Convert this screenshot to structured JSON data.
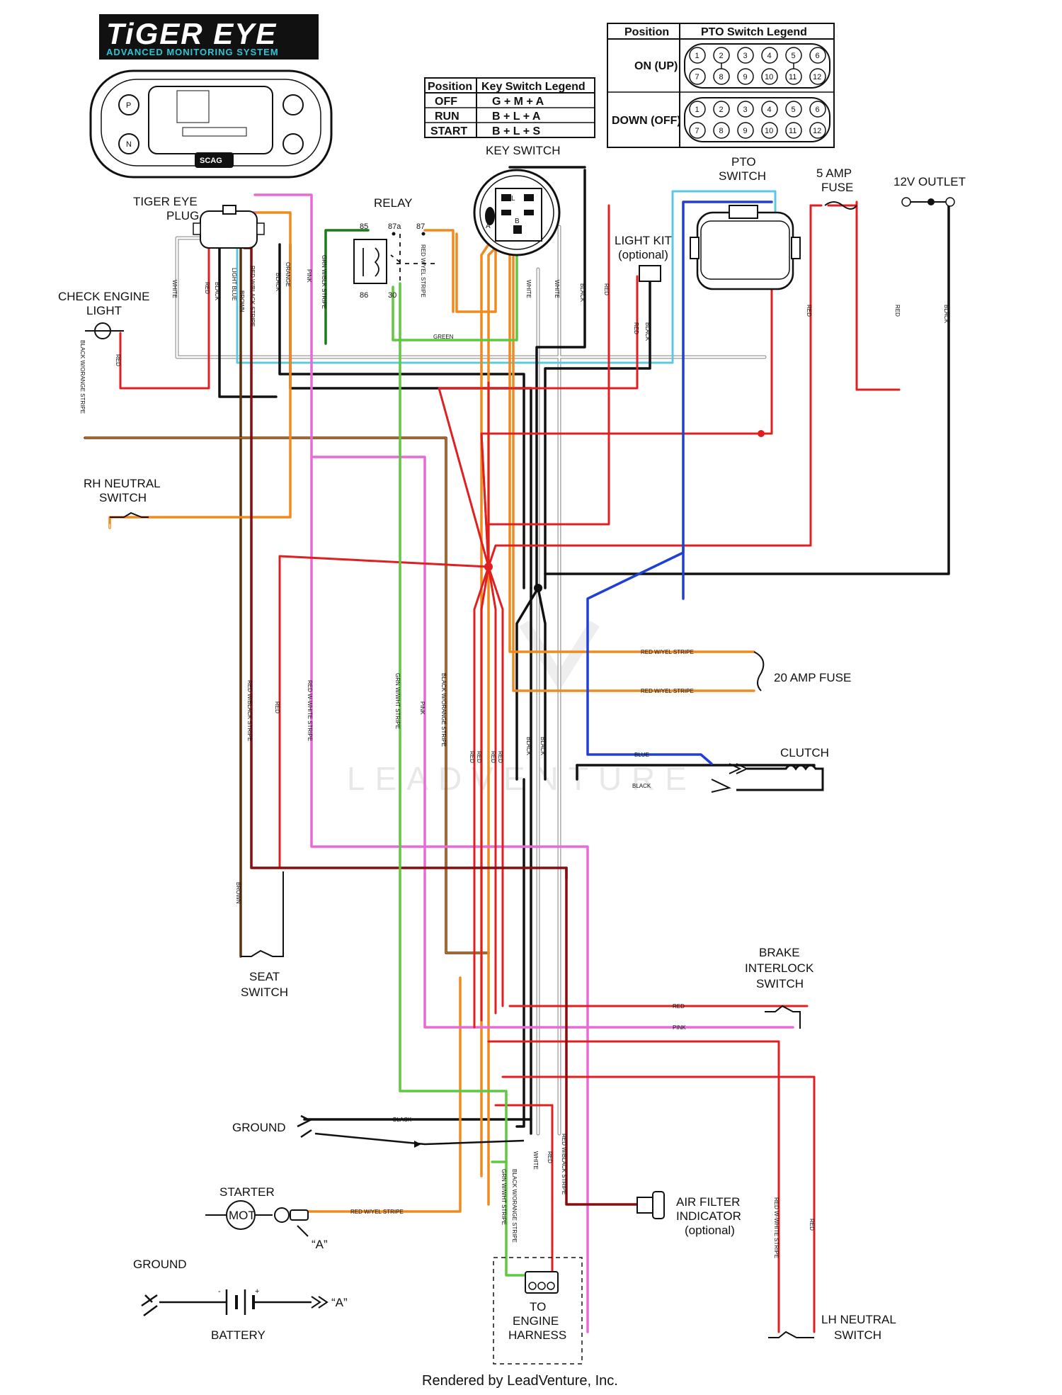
{
  "logo": {
    "title": "TiGER EYE",
    "subtitle": "ADVANCED MONITORING SYSTEM",
    "badge": "SCAG"
  },
  "key_legend": {
    "headers": [
      "Position",
      "Key Switch Legend"
    ],
    "rows": [
      [
        "OFF",
        "G + M + A"
      ],
      [
        "RUN",
        "B + L + A"
      ],
      [
        "START",
        "B + L + S"
      ]
    ]
  },
  "pto_legend": {
    "headers": [
      "Position",
      "PTO Switch Legend"
    ],
    "rows": [
      [
        "ON (UP)"
      ],
      [
        "DOWN (OFF)"
      ]
    ],
    "pins_top": [
      "1",
      "2",
      "3",
      "4",
      "5",
      "6"
    ],
    "pins_bottom": [
      "7",
      "8",
      "9",
      "10",
      "11",
      "12"
    ]
  },
  "components": {
    "key_switch": "KEY SWITCH",
    "relay": "RELAY",
    "relay_pins": [
      "85",
      "87a",
      "87",
      "86",
      "30"
    ],
    "pto_switch": [
      "PTO",
      "SWITCH"
    ],
    "fuse_5a": [
      "5 AMP",
      "FUSE"
    ],
    "outlet": "12V OUTLET",
    "tiger_plug": [
      "TIGER EYE",
      "PLUG"
    ],
    "light_kit": [
      "LIGHT KIT",
      "(optional)"
    ],
    "check_engine": [
      "CHECK ENGINE",
      "LIGHT"
    ],
    "rh_neutral": [
      "RH NEUTRAL",
      "SWITCH"
    ],
    "fuse_20a": "20 AMP FUSE",
    "clutch": "CLUTCH",
    "seat": [
      "SEAT",
      "SWITCH"
    ],
    "brake": [
      "BRAKE",
      "INTERLOCK",
      "SWITCH"
    ],
    "ground1": "GROUND",
    "starter": "STARTER",
    "motor": "MOT",
    "ref_a": "“A”",
    "air_filter": [
      "AIR FILTER",
      "INDICATOR",
      "(optional)"
    ],
    "ground2": "GROUND",
    "battery": "BATTERY",
    "engine_harness": [
      "TO",
      "ENGINE",
      "HARNESS"
    ],
    "lh_neutral": [
      "LH NEUTRAL",
      "SWITCH"
    ]
  },
  "wire_labels": {
    "white": "WHITE",
    "red": "RED",
    "black": "BLACK",
    "light_blue": "LIGHT BLUE",
    "brown": "BROWN",
    "red_blk": "RED W/BLACK STRIPE",
    "orange": "ORANGE",
    "pink": "PINK",
    "grn_blk": "GRN W/BLK STRIPE",
    "red_yel": "RED W/YEL STRIPE",
    "green": "GREEN",
    "blk_org": "BLACK W/ORANGE STRIPE",
    "red_wht": "RED W-WHITE STRIPE",
    "grn_wht": "GRN W/WHT STRIPE",
    "blue": "BLUE",
    "red_blk_short": "RED W/BLACK STRIPE"
  },
  "watermark": "LEADVENTURE",
  "footer": "Rendered by LeadVenture, Inc."
}
